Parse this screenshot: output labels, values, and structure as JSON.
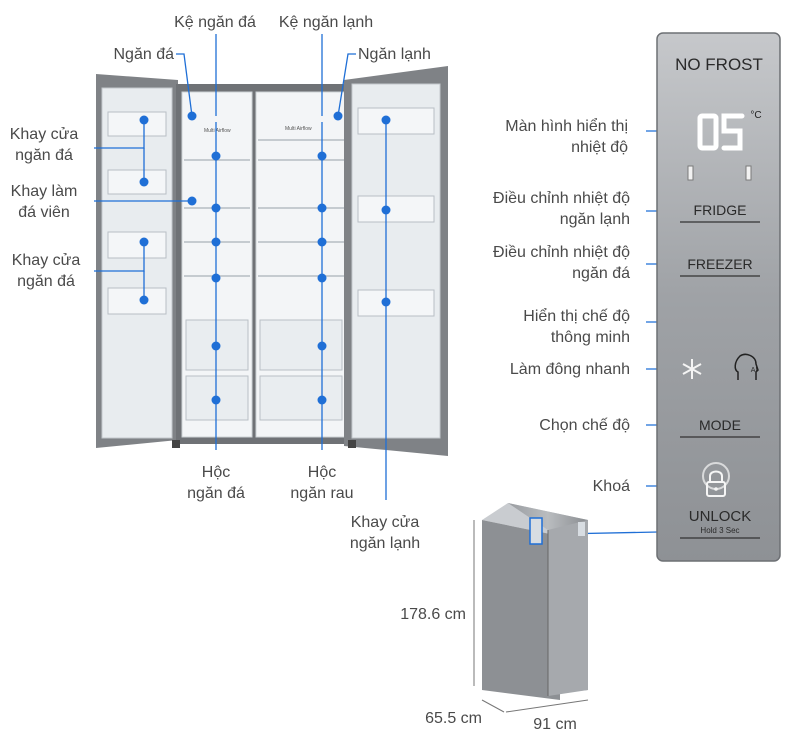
{
  "accent_color": "#1f6fd6",
  "labels": {
    "ice_shelf": "Kệ ngăn đá",
    "fridge_shelf": "Kệ ngăn lạnh",
    "freezer_compartment": "Ngăn đá",
    "fridge_compartment": "Ngăn lạnh",
    "freezer_door_tray_1": "Khay cửa\nngăn đá",
    "ice_maker_tray": "Khay làm\nđá viên",
    "freezer_door_tray_2": "Khay cửa\nngăn đá",
    "freezer_drawer": "Hộc\nngăn đá",
    "veg_drawer": "Hộc\nngăn rau",
    "fridge_door_tray": "Khay cửa\nngăn lạnh",
    "display": "Màn hình hiển thị\nnhiệt độ",
    "fridge_adjust": "Điều chỉnh nhiệt độ\nngăn lạnh",
    "freezer_adjust": "Điều chỉnh nhiệt độ\nngăn đá",
    "smart_mode": "Hiển thị chế độ\nthông minh",
    "fast_freeze": "Làm đông nhanh",
    "mode_select": "Chọn chế độ",
    "lock": "Khoá"
  },
  "panel": {
    "brand": "NO FROST",
    "temperature": "05",
    "unit": "°C",
    "fridge_btn": "FRIDGE",
    "freezer_btn": "FREEZER",
    "mode_btn": "MODE",
    "unlock_btn": "UNLOCK",
    "unlock_hint": "Hold 3 Sec",
    "ai_icon_text": "AI"
  },
  "interior": {
    "airflow_left": "Multi Airflow",
    "airflow_right": "Multi Airflow"
  },
  "dimensions": {
    "height": "178.6 cm",
    "depth": "65.5 cm",
    "width": "91 cm"
  }
}
